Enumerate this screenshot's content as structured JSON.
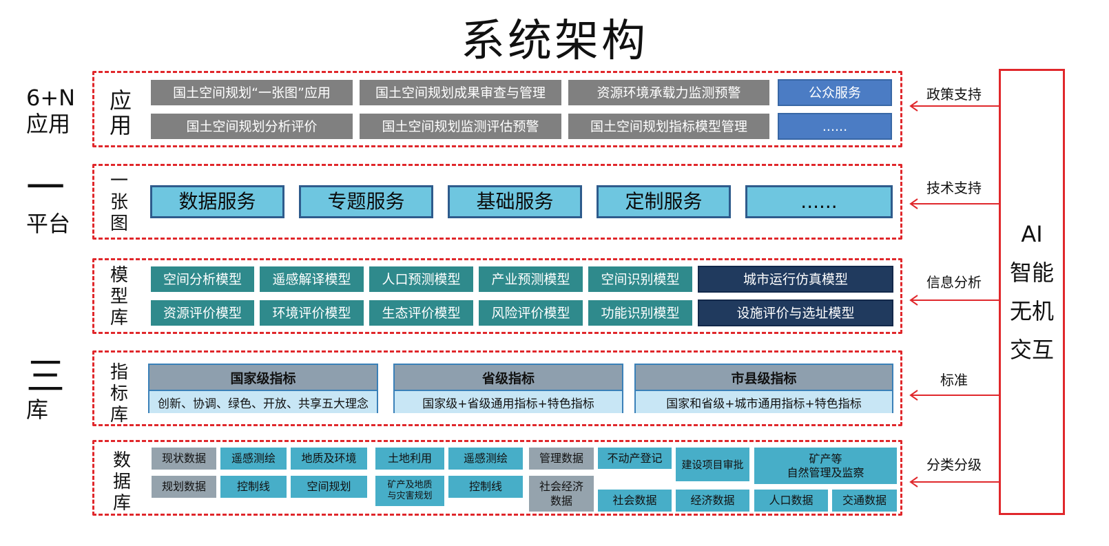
{
  "title": "系统架构",
  "tiers": {
    "app_num": "6+N",
    "app_word": "应用",
    "plat_num": "一",
    "plat_word": "平台",
    "lib_num": "三",
    "lib_word": "库"
  },
  "sections": {
    "app": {
      "label": [
        "应",
        "用"
      ],
      "row1": [
        "国土空间规划“一张图”应用",
        "国土空间规划成果审查与管理",
        "资源环境承载力监测预警"
      ],
      "row2": [
        "国土空间规划分析评价",
        "国土空间规划监测评估预警",
        "国土空间规划指标模型管理"
      ],
      "blue": [
        "公众服务",
        "......"
      ]
    },
    "platform": {
      "label": [
        "一",
        "张",
        "图"
      ],
      "services": [
        "数据服务",
        "专题服务",
        "基础服务",
        "定制服务",
        "......"
      ]
    },
    "model": {
      "label": [
        "模",
        "型",
        "库"
      ],
      "row1": [
        "空间分析模型",
        "遥感解译模型",
        "人口预测模型",
        "产业预测模型",
        "空间识别模型"
      ],
      "row2": [
        "资源评价模型",
        "环境评价模型",
        "生态评价模型",
        "风险评价模型",
        "功能识别模型"
      ],
      "navy": [
        "城市运行仿真模型",
        "设施评价与选址模型"
      ]
    },
    "index": {
      "label": [
        "指",
        "标",
        "库"
      ],
      "groups": [
        {
          "head": "国家级指标",
          "body": "创新、协调、绿色、开放、共享五大理念"
        },
        {
          "head": "省级指标",
          "body": "国家级+省级通用指标+特色指标"
        },
        {
          "head": "市县级指标",
          "body": "国家和省级+城市通用指标+特色指标"
        }
      ]
    },
    "data": {
      "label": [
        "数",
        "据",
        "库"
      ],
      "cells": {
        "c1": "现状数据",
        "c2": "遥感测绘",
        "c3": "地质及环境",
        "c4": "土地利用",
        "c5": "遥感测绘",
        "c6": "管理数据",
        "c7": "不动产登记",
        "c8": "建设项目审批",
        "c9": "矿产等\n自然管理及监察",
        "c10": "规划数据",
        "c11": "控制线",
        "c12": "空间规划",
        "c13": "矿产及地质\n与灾害规划",
        "c14": "控制线",
        "c15": "社会经济\n数据",
        "c16": "社会数据",
        "c17": "经济数据",
        "c18": "人口数据",
        "c19": "交通数据"
      }
    }
  },
  "right_labels": [
    "政策支持",
    "技术支持",
    "信息分析",
    "标准",
    "分类分级"
  ],
  "ai": [
    "AI",
    "智能",
    "无机",
    "交互"
  ],
  "colors": {
    "accent_red": "#e0272b",
    "gray": "#808080",
    "blue": "#4b7cc4",
    "service": "#6ec6e0",
    "teal": "#2f8a8c",
    "navy": "#203a5e"
  }
}
